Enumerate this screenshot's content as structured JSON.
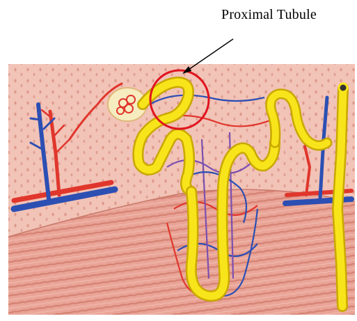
{
  "annotation": {
    "label": "Proximal Tubule",
    "highlight": "circle"
  },
  "colors": {
    "cortex": "#f2c3b7",
    "cortex_dots": "#d98f80",
    "medulla": "#e9a497",
    "medulla_stripe": "#d17b6c",
    "tubule": "#f8e41a",
    "tubule_edge": "#c9a800",
    "artery": "#e0362c",
    "vein": "#2c4fb3",
    "highlight_circle": "#e0141e",
    "text": "#000000"
  },
  "structures": [
    "glomerulus",
    "proximal-tubule",
    "loop-of-henle",
    "collecting-duct",
    "peritubular-capillaries",
    "interlobular-artery",
    "interlobular-vein",
    "arcuate-vessels"
  ]
}
